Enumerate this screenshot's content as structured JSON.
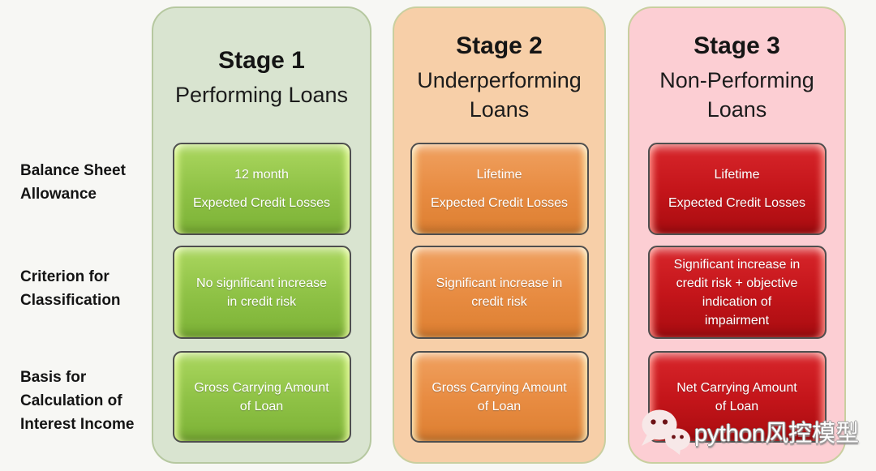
{
  "page": {
    "background": "#f7f7f4"
  },
  "row_labels": [
    {
      "id": "balance-sheet-allowance",
      "lines": [
        "Balance Sheet",
        "Allowance"
      ]
    },
    {
      "id": "criterion-for-classification",
      "lines": [
        "Criterion for",
        "Classification"
      ]
    },
    {
      "id": "basis-for-calculation-of-interest-income",
      "lines": [
        "Basis for",
        "Calculation of",
        "Interest Income"
      ]
    }
  ],
  "stages": [
    {
      "title": "Stage 1",
      "subtitle": "Performing Loans",
      "colors": {
        "panel_bg": "#d9e4d0",
        "panel_border": "#b6c8a0",
        "box_top": "#abd75f",
        "box_mid": "#8fc246",
        "box_bottom": "#7cb236",
        "box_edge": "#eaffa0",
        "box_border": "#4f4f4f"
      },
      "boxes": [
        {
          "lines": [
            "12 month",
            "Expected Credit Losses"
          ]
        },
        {
          "lines": [
            "No significant increase",
            "in credit risk"
          ]
        },
        {
          "lines": [
            "Gross Carrying Amount",
            "of Loan"
          ]
        }
      ]
    },
    {
      "title": "Stage 2",
      "subtitle": "Underperforming Loans",
      "colors": {
        "panel_bg": "#f7cfa8",
        "panel_border": "#c9cf9f",
        "box_top": "#f0a160",
        "box_mid": "#e88c42",
        "box_bottom": "#dd7f31",
        "box_edge": "#ffedbb",
        "box_border": "#4f4f4f"
      },
      "boxes": [
        {
          "lines": [
            "Lifetime",
            "Expected Credit Losses"
          ]
        },
        {
          "lines": [
            "Significant increase in",
            "credit risk"
          ]
        },
        {
          "lines": [
            "Gross Carrying Amount",
            "of Loan"
          ]
        }
      ]
    },
    {
      "title": "Stage 3",
      "subtitle": "Non-Performing Loans",
      "colors": {
        "panel_bg": "#fcced3",
        "panel_border": "#c9cf9f",
        "box_top": "#d8262b",
        "box_mid": "#c4151a",
        "box_bottom": "#a90c10",
        "box_edge": "#ff8d85",
        "box_border": "#4f4f4f"
      },
      "boxes": [
        {
          "lines": [
            "Lifetime",
            "Expected Credit Losses"
          ]
        },
        {
          "lines": [
            "Significant increase in",
            "credit risk + objective",
            "indication of",
            "impairment"
          ]
        },
        {
          "lines": [
            "Net Carrying Amount",
            "of Loan"
          ]
        }
      ]
    }
  ],
  "watermark": {
    "icon": "wechat-icon",
    "text": "python风控模型"
  }
}
